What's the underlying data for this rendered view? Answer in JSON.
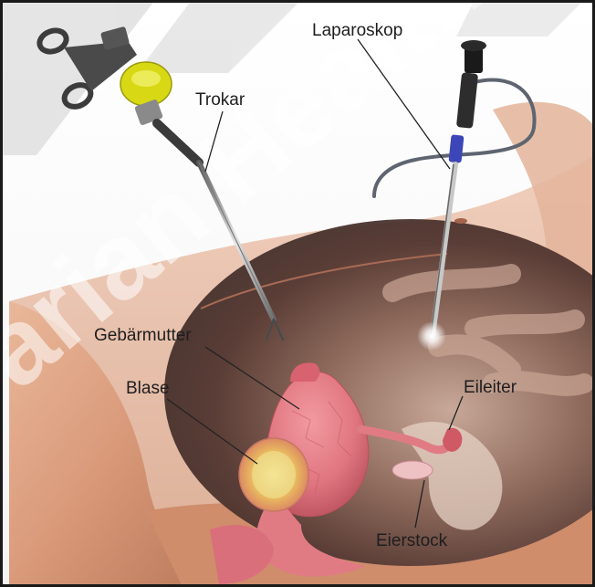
{
  "labels": {
    "laparoskop": "Laparoskop",
    "trokar": "Trokar",
    "gebaermutter": "Gebärmutter",
    "blase": "Blase",
    "eileiter": "Eileiter",
    "eierstock": "Eierstock"
  },
  "watermark": "arian Health",
  "colors": {
    "skin": "#d99a7a",
    "skin_dark": "#b06d50",
    "cavity": "#6f5048",
    "uterus": "#e27a82",
    "trocar_yellow": "#d8d814",
    "laparoscope_blue": "#3d46b8",
    "frame": "#1a1a1a"
  }
}
